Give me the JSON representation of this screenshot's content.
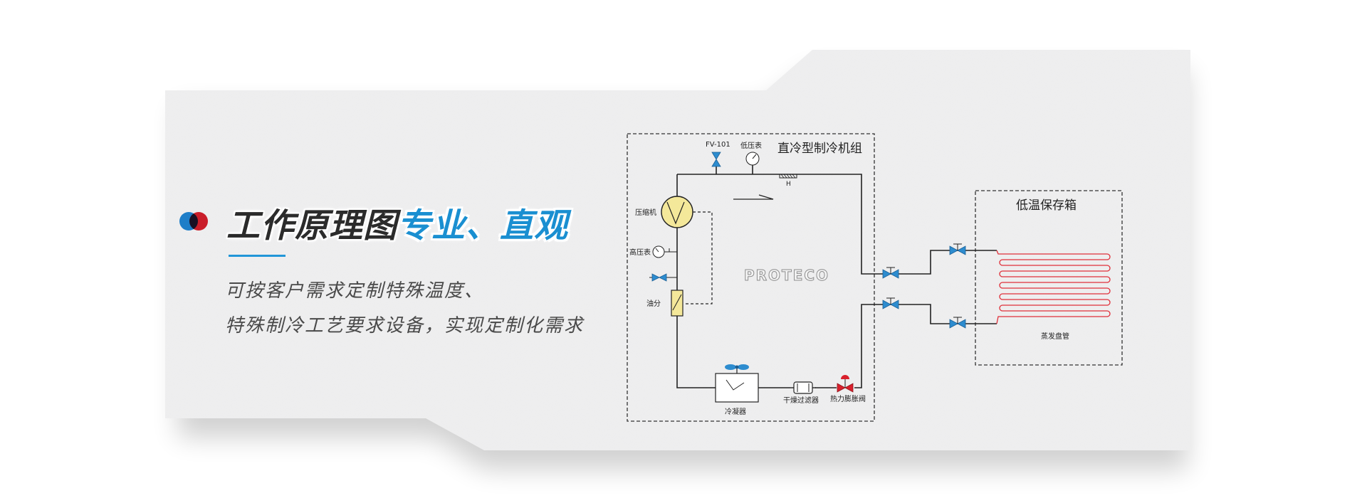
{
  "heading": {
    "dark_text": "工作原理图",
    "blue_text": "专业、直观"
  },
  "description": {
    "line1": "可按客户需求定制特殊温度、",
    "line2": "特殊制冷工艺要求设备，实现定制化需求"
  },
  "diagram": {
    "unit_title": "直冷型制冷机组",
    "box_title": "低温保存箱",
    "brand": "PROTECO",
    "labels": {
      "fv": "FV-101",
      "low_gauge": "低压表",
      "compressor": "压缩机",
      "high_gauge": "高压表",
      "oil_separator": "油分",
      "condenser": "冷凝器",
      "dryer": "干燥过滤器",
      "expansion_valve": "热力膨胀阀",
      "evaporator": "蒸发盘管",
      "h_mark": "H"
    }
  },
  "colors": {
    "accent_blue": "#1a8fd1",
    "accent_red": "#d9202c",
    "coil_red": "#e0303a",
    "valve_blue": "#1b6fb0"
  }
}
